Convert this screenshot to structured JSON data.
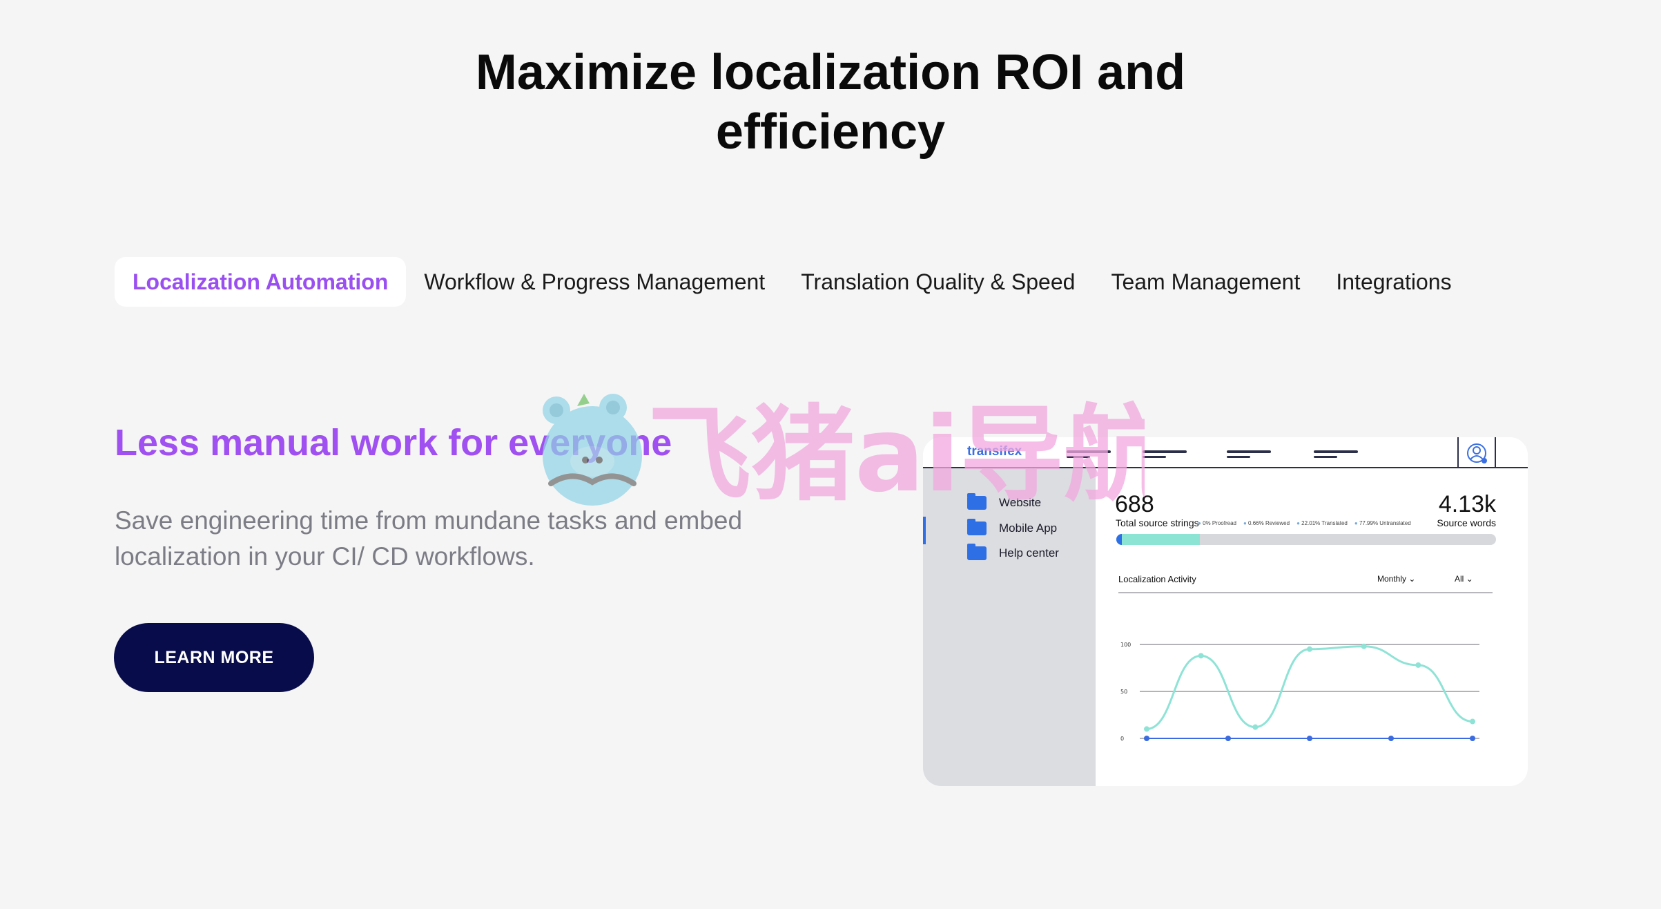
{
  "page": {
    "title_line1": "Maximize localization ROI and",
    "title_line2": "efficiency"
  },
  "tabs": [
    {
      "label": "Localization Automation",
      "active": true
    },
    {
      "label": "Workflow & Progress Management",
      "active": false
    },
    {
      "label": "Translation Quality & Speed",
      "active": false
    },
    {
      "label": "Team Management",
      "active": false
    },
    {
      "label": "Integrations",
      "active": false
    }
  ],
  "feature": {
    "heading": "Less manual work for everyone",
    "description": "Save engineering time from mundane tasks and embed localization in your CI/ CD workflows.",
    "cta_label": "LEARN MORE"
  },
  "dashboard": {
    "brand": "transifex",
    "folders": [
      "Website",
      "Mobile App",
      "Help center"
    ],
    "source_strings": "688",
    "source_strings_label": "Total source strings",
    "source_words": "4.13k",
    "source_words_label": "Source words",
    "legend": [
      "0% Proofread",
      "0.66% Reviewed",
      "22.01% Translated",
      "77.99% Untranslated"
    ],
    "translated_fraction": 0.22,
    "activity_title": "Localization Activity",
    "filter_period": "Monthly",
    "filter_scope": "All",
    "y_ticks": [
      "100",
      "50",
      "0"
    ]
  },
  "watermark": {
    "text": "飞猪ai导航"
  },
  "colors": {
    "accent_purple": "#a04ff0",
    "button_navy": "#080c4a",
    "chart_teal": "#8fe3d6",
    "chart_blue": "#3a6be0"
  },
  "chart_data": {
    "type": "line",
    "x": [
      0,
      1,
      2,
      3,
      4,
      5,
      6,
      7,
      8
    ],
    "series": [
      {
        "name": "",
        "values": [
          10,
          88,
          12,
          95,
          98,
          78,
          18
        ]
      },
      {
        "name": "",
        "values": [
          0,
          0,
          0,
          0,
          0
        ]
      }
    ],
    "y_ticks": [
      0,
      50,
      100
    ],
    "ylim": [
      0,
      100
    ],
    "grid": true
  }
}
